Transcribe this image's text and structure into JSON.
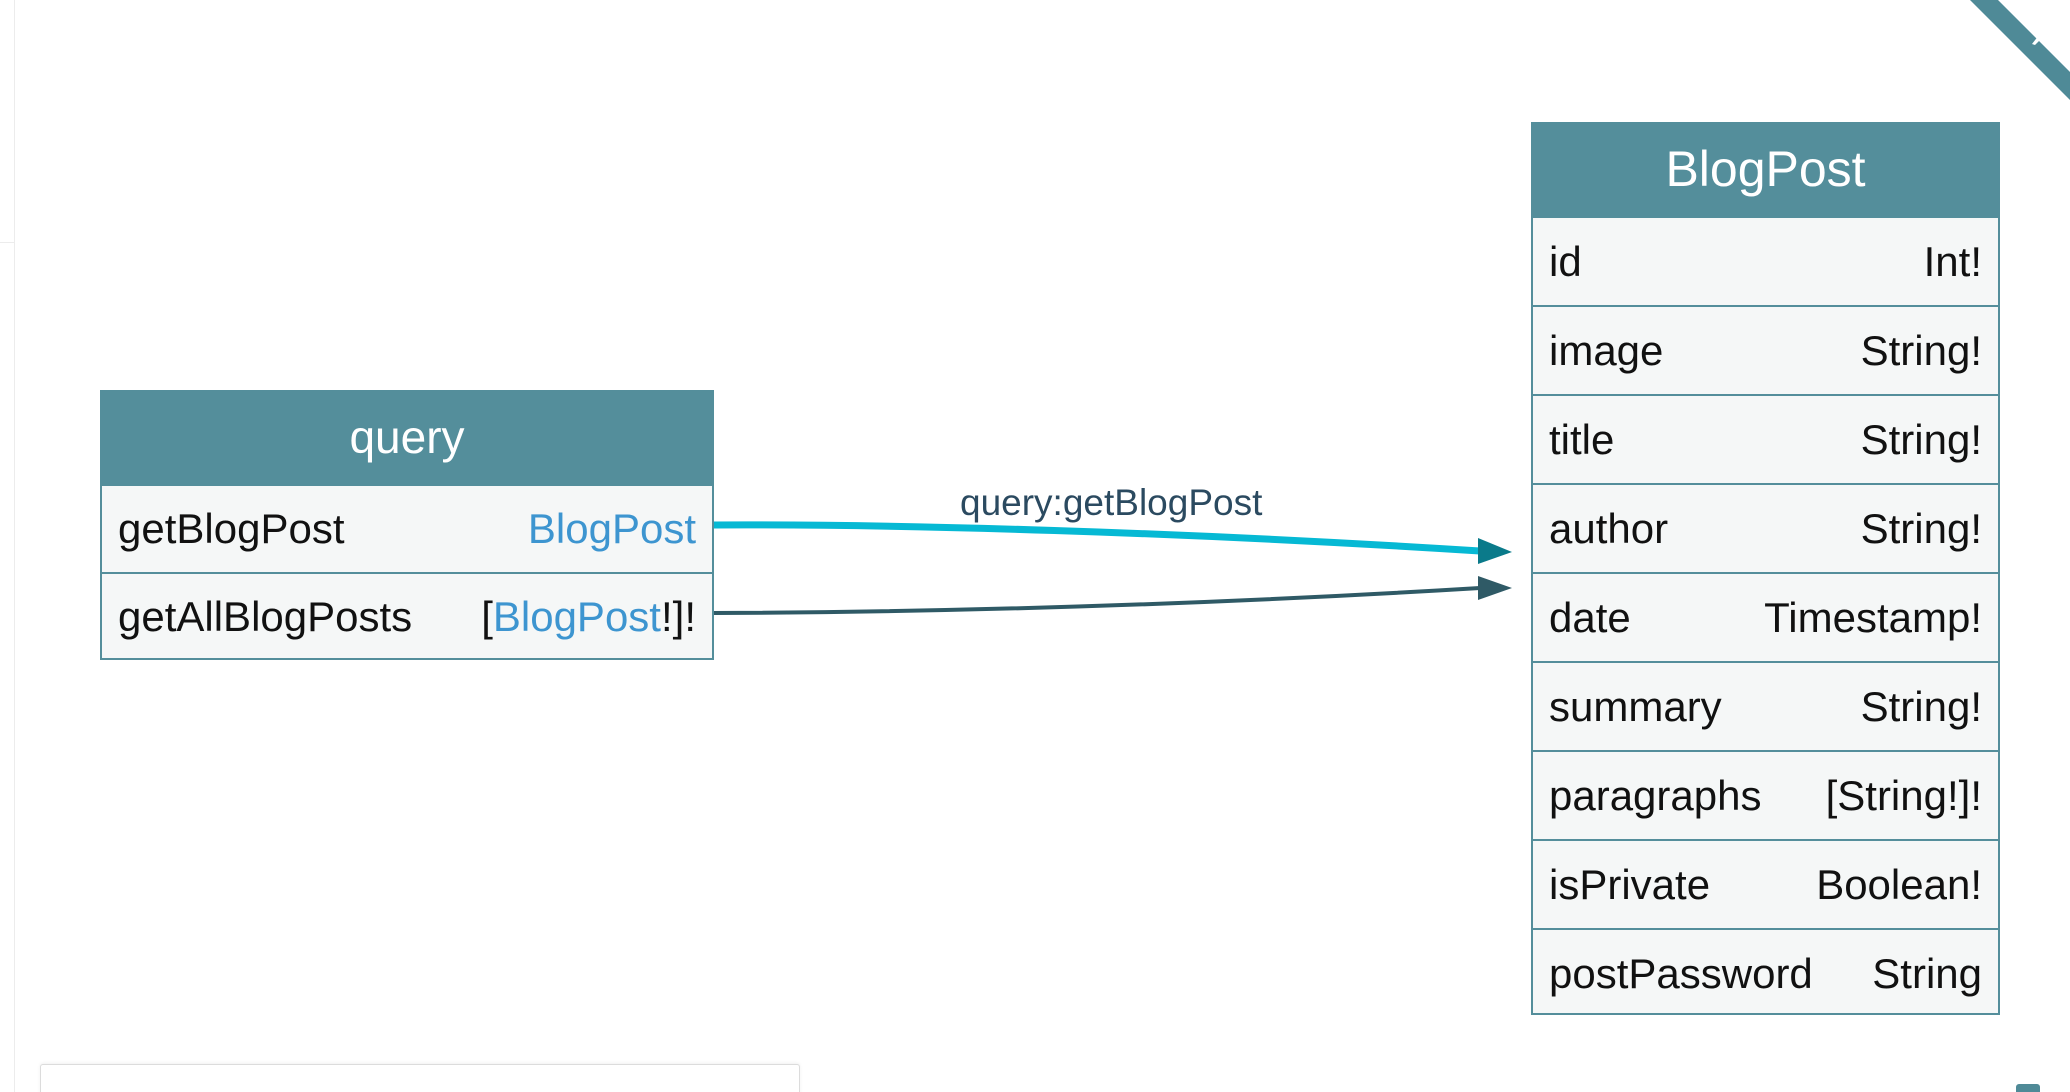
{
  "nodes": {
    "query": {
      "title": "query",
      "fields": [
        {
          "name": "getBlogPost",
          "type_prefix": "",
          "type_link": "BlogPost",
          "type_suffix": ""
        },
        {
          "name": "getAllBlogPosts",
          "type_prefix": "[",
          "type_link": "BlogPost",
          "type_suffix": "!]!"
        }
      ]
    },
    "blogpost": {
      "title": "BlogPost",
      "fields": [
        {
          "name": "id",
          "type": "Int!"
        },
        {
          "name": "image",
          "type": "String!"
        },
        {
          "name": "title",
          "type": "String!"
        },
        {
          "name": "author",
          "type": "String!"
        },
        {
          "name": "date",
          "type": "Timestamp!"
        },
        {
          "name": "summary",
          "type": "String!"
        },
        {
          "name": "paragraphs",
          "type": "[String!]!"
        },
        {
          "name": "isPrivate",
          "type": "Boolean!"
        },
        {
          "name": "postPassword",
          "type": "String"
        }
      ]
    }
  },
  "edges": [
    {
      "from": "query.getBlogPost",
      "to": "BlogPost",
      "label": "query:getBlogPost",
      "highlighted": true
    },
    {
      "from": "query.getAllBlogPosts",
      "to": "BlogPost",
      "label": "",
      "highlighted": false
    }
  ],
  "corner": {
    "icon": "github-octocat-icon"
  },
  "colors": {
    "node_header": "#548e9b",
    "node_body": "#f5f7f7",
    "type_link": "#3d95d0",
    "edge_highlight": "#06b9d4",
    "edge_default": "#2f5a66",
    "edge_label": "#2b4a60"
  }
}
